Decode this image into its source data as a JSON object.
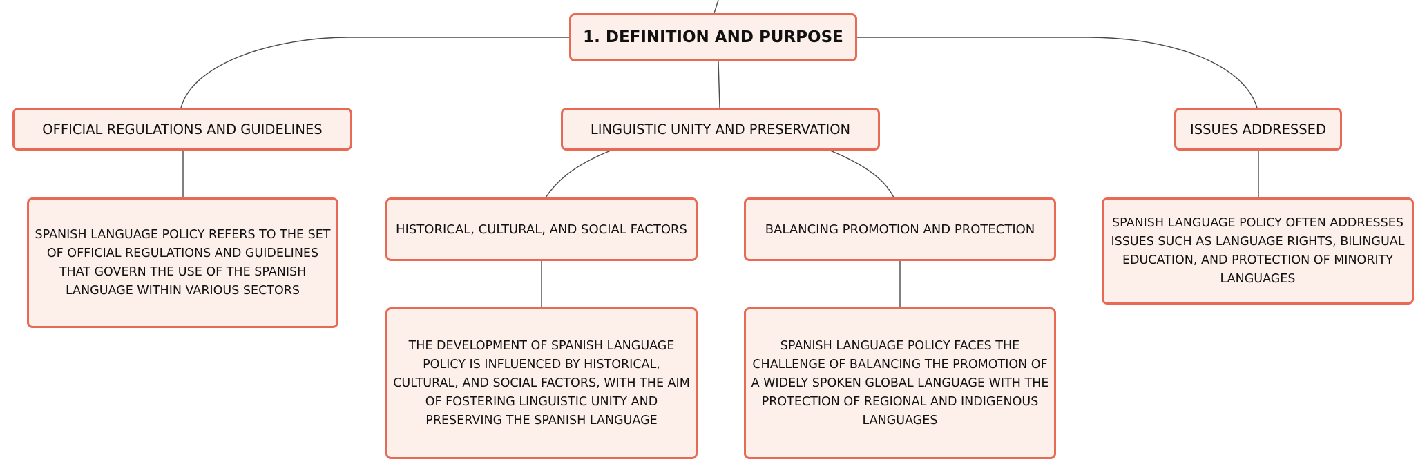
{
  "diagram": {
    "root": {
      "label": "1. DEFINITION AND PURPOSE"
    },
    "branches": [
      {
        "id": "official",
        "label": "OFFICIAL REGULATIONS AND GUIDELINES",
        "detail": "SPANISH LANGUAGE POLICY REFERS TO THE SET OF OFFICIAL REGULATIONS AND GUIDELINES THAT GOVERN THE USE OF THE SPANISH LANGUAGE WITHIN VARIOUS SECTORS"
      },
      {
        "id": "unity",
        "label": "LINGUISTIC UNITY AND PRESERVATION",
        "children": [
          {
            "id": "historical",
            "label": "HISTORICAL, CULTURAL, AND SOCIAL FACTORS",
            "detail": "THE DEVELOPMENT OF SPANISH LANGUAGE POLICY IS INFLUENCED BY HISTORICAL, CULTURAL, AND SOCIAL FACTORS, WITH THE AIM OF FOSTERING LINGUISTIC UNITY AND PRESERVING THE SPANISH LANGUAGE"
          },
          {
            "id": "balancing",
            "label": "BALANCING PROMOTION AND PROTECTION",
            "detail": "SPANISH LANGUAGE POLICY FACES THE CHALLENGE OF BALANCING THE PROMOTION OF A WIDELY SPOKEN GLOBAL LANGUAGE WITH THE PROTECTION OF REGIONAL AND INDIGENOUS LANGUAGES"
          }
        ]
      },
      {
        "id": "issues",
        "label": "ISSUES ADDRESSED",
        "detail": "SPANISH LANGUAGE POLICY OFTEN ADDRESSES ISSUES SUCH AS LANGUAGE RIGHTS, BILINGUAL EDUCATION, AND PROTECTION OF MINORITY LANGUAGES"
      }
    ],
    "colors": {
      "node_border": "#e86a55",
      "node_fill": "#fdf0eb",
      "connector": "#4a4a4a",
      "text": "#111111"
    }
  }
}
